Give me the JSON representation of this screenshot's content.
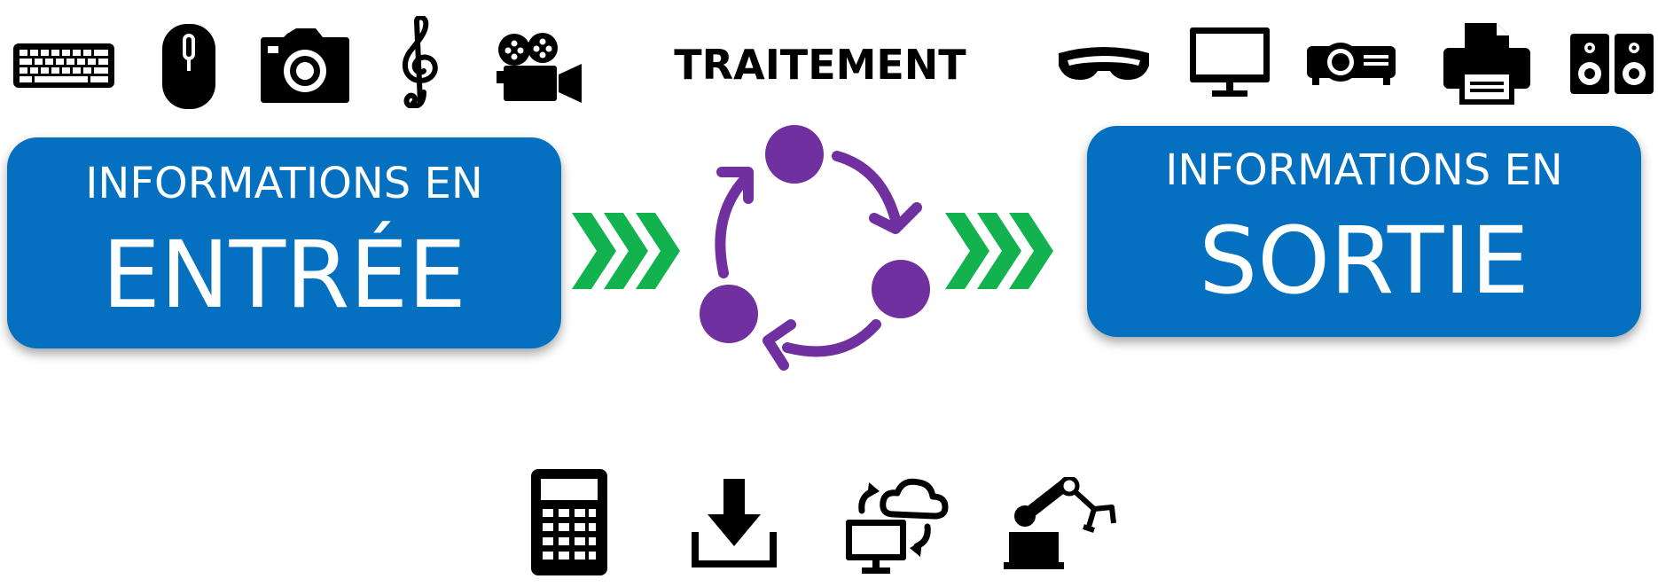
{
  "processing": {
    "title": "TRAITEMENT"
  },
  "input_box": {
    "line1": "INFORMATIONS EN",
    "line2": "ENTRÉE"
  },
  "output_box": {
    "line1": "INFORMATIONS EN",
    "line2": "SORTIE"
  },
  "colors": {
    "box_blue": "#0570c0",
    "arrow_green": "#12b24f",
    "cycle_purple": "#7030a0",
    "icon_black": "#000000"
  },
  "input_icons": [
    "keyboard-icon",
    "mouse-icon",
    "camera-icon",
    "treble-clef-icon",
    "video-camera-icon"
  ],
  "output_icons": [
    "vr-headset-icon",
    "monitor-icon",
    "projector-icon",
    "printer-icon",
    "speakers-icon"
  ],
  "processing_icons": [
    "calculator-icon",
    "download-icon",
    "cloud-sync-icon",
    "robot-arm-icon"
  ]
}
